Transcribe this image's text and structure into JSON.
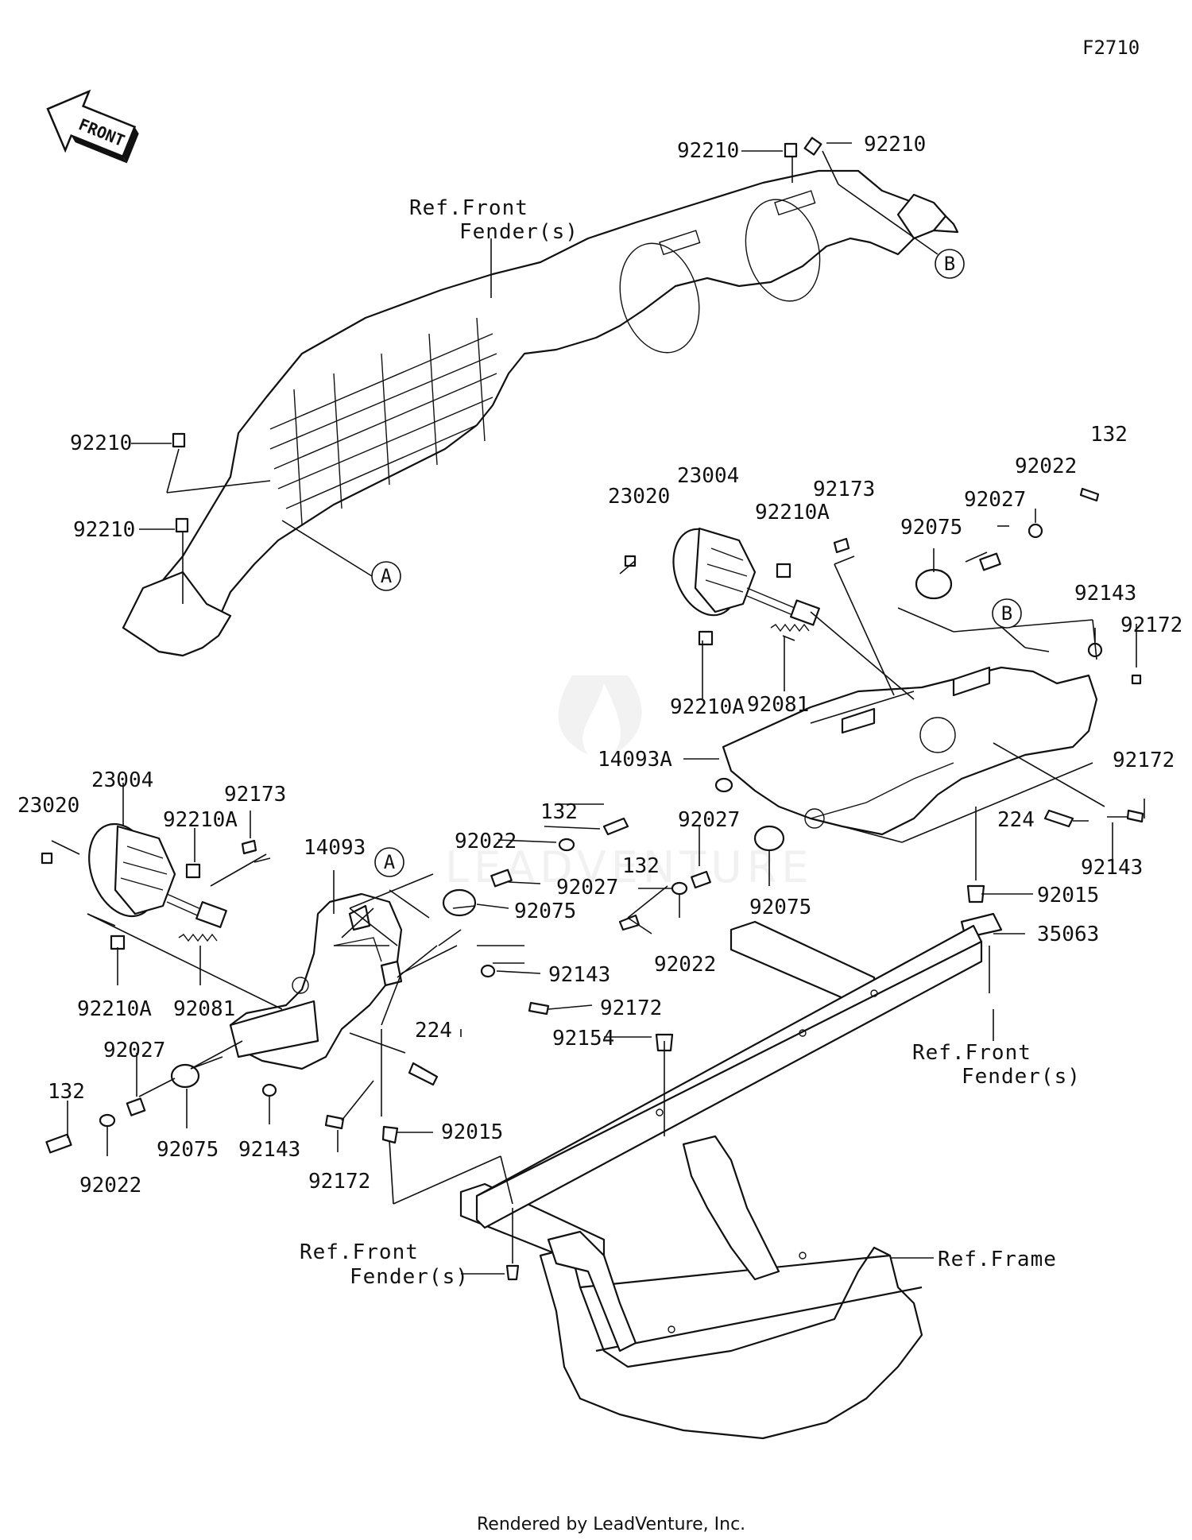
{
  "figure_code": "F2710",
  "front_arrow_text": "FRONT",
  "footer": "Rendered by LeadVenture, Inc.",
  "refs": {
    "front_fender_top": [
      "Ref.Front",
      "Fender(s)"
    ],
    "front_fender_right": [
      "Ref.Front",
      "Fender(s)"
    ],
    "front_fender_bottom": [
      "Ref.Front",
      "Fender(s)"
    ],
    "frame": "Ref.Frame"
  },
  "markers": {
    "a_top": "A",
    "a_left": "A",
    "b_top": "B",
    "b_right": "B"
  },
  "labels": {
    "p92210_top_left": "92210",
    "p92210_top_right": "92210",
    "p92210_mid": "92210",
    "p92210_low": "92210",
    "r23020": "23020",
    "r23004": "23004",
    "r92210a_top": "92210A",
    "r92173": "92173",
    "r92075": "92075",
    "r92027": "92027",
    "r92022": "92022",
    "r132": "132",
    "r92143_top": "92143",
    "r92172_top": "92172",
    "r92210a_bottom": "92210A",
    "r92081": "92081",
    "r14093a": "14093A",
    "r92172_mid": "92172",
    "r224": "224",
    "r92143_bottom": "92143",
    "r92015": "92015",
    "r35063": "35063",
    "m132_top": "132",
    "m92022_top": "92022",
    "m92027_top": "92027",
    "m92075_top": "92075",
    "m132_mid": "132",
    "m92022_mid": "92022",
    "m92027_mid": "92027",
    "m92075_mid": "92075",
    "l23020": "23020",
    "l23004": "23004",
    "l92210a_top": "92210A",
    "l92173": "92173",
    "l14093": "14093",
    "l92210a_bottom": "92210A",
    "l92081": "92081",
    "l92143": "92143",
    "l92172": "92172",
    "l224": "224",
    "l92154": "92154",
    "l92027": "92027",
    "l132": "132",
    "l92075": "92075",
    "l92143_b": "92143",
    "l92022": "92022",
    "l92172_b": "92172",
    "l92015": "92015"
  }
}
